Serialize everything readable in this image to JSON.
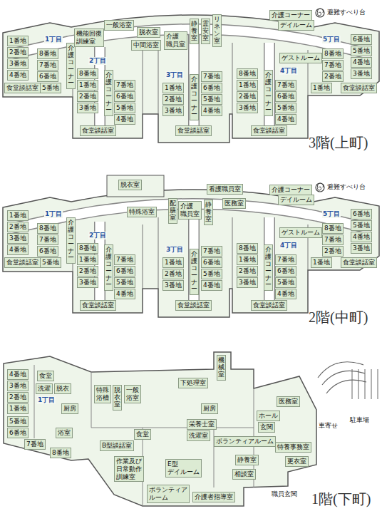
{
  "diagram": {
    "nodes": [
      {
        "text": [
          "1番地"
        ]
      },
      {
        "text": [
          "2番地"
        ]
      },
      {
        "text": [
          "3番地"
        ]
      },
      {
        "text": [
          "4番地"
        ]
      },
      {
        "text": [
          "5番地"
        ]
      },
      {
        "text": [
          "6番地"
        ]
      },
      {
        "text": [
          "7番地"
        ]
      },
      {
        "text": [
          "8番地"
        ]
      },
      {
        "text": [
          "1番地"
        ]
      },
      {
        "text": [
          "2番地"
        ]
      },
      {
        "text": [
          "3番地"
        ]
      },
      {
        "text": [
          "4番地"
        ]
      },
      {
        "text": [
          "5番地"
        ]
      },
      {
        "text": [
          "6番地"
        ]
      },
      {
        "text": [
          "7番地"
        ]
      },
      {
        "text": [
          "8番地"
        ]
      },
      {
        "text": [
          "1番地"
        ]
      },
      {
        "text": [
          "2番地"
        ]
      },
      {
        "text": [
          "3番地"
        ]
      },
      {
        "text": [
          "4番地"
        ]
      },
      {
        "text": [
          "5番地"
        ]
      },
      {
        "text": [
          "6番地"
        ]
      },
      {
        "text": [
          "7番地"
        ]
      },
      {
        "text": [
          "1番地"
        ]
      },
      {
        "text": [
          "2番地"
        ]
      },
      {
        "text": [
          "3番地"
        ]
      },
      {
        "text": [
          "4番地"
        ]
      },
      {
        "text": [
          "5番地"
        ]
      },
      {
        "text": [
          "6番地"
        ]
      },
      {
        "text": [
          "7番地"
        ]
      },
      {
        "text": [
          "8番地"
        ]
      },
      {
        "text": [
          "1番地"
        ]
      },
      {
        "text": [
          "2番地"
        ]
      },
      {
        "text": [
          "3番地"
        ]
      },
      {
        "text": [
          "4番地"
        ]
      },
      {
        "text": [
          "5番地"
        ]
      },
      {
        "text": [
          "6番地"
        ]
      },
      {
        "text": [
          "7番地"
        ]
      },
      {
        "text": [
          "8番地"
        ]
      },
      {
        "text": [
          "介護コーナー"
        ]
      },
      {
        "text": [
          "介護コーナー"
        ]
      },
      {
        "text": [
          "介護コーナー"
        ]
      },
      {
        "text": [
          "介護コーナー"
        ]
      },
      {
        "text": [
          "食堂談話室"
        ]
      },
      {
        "text": [
          "食堂談話室"
        ]
      },
      {
        "text": [
          "食堂談話室"
        ]
      },
      {
        "text": [
          "食堂談話室"
        ]
      },
      {
        "text": [
          "食堂談話室"
        ]
      },
      {
        "text": [
          "機能回復 訓練室"
        ]
      },
      {
        "text": [
          "一般浴室"
        ]
      },
      {
        "text": [
          "脱衣室"
        ]
      },
      {
        "text": [
          "中間浴室"
        ]
      },
      {
        "text": [
          "介護 職員室"
        ]
      },
      {
        "text": [
          "静養室"
        ]
      },
      {
        "text": [
          "霊安室"
        ]
      },
      {
        "text": [
          "リネン室"
        ]
      },
      {
        "text": [
          "介護コーナー"
        ]
      },
      {
        "text": [
          "デイルーム"
        ]
      },
      {
        "text": [
          "ゲストルーム"
        ]
      },
      {
        "text": [
          "1番地"
        ]
      },
      {
        "text": [
          "2番地"
        ]
      },
      {
        "text": [
          "3番地"
        ]
      },
      {
        "text": [
          "4番地"
        ]
      },
      {
        "text": [
          "5番地"
        ]
      },
      {
        "text": [
          "6番地"
        ]
      },
      {
        "text": [
          "7番地"
        ]
      },
      {
        "text": [
          "8番地"
        ]
      },
      {
        "text": [
          "1番地"
        ]
      },
      {
        "text": [
          "2番地"
        ]
      },
      {
        "text": [
          "3番地"
        ]
      },
      {
        "text": [
          "4番地"
        ]
      },
      {
        "text": [
          "5番地"
        ]
      },
      {
        "text": [
          "6番地"
        ]
      },
      {
        "text": [
          "7番地"
        ]
      },
      {
        "text": [
          "8番地"
        ]
      },
      {
        "text": [
          "1番地"
        ]
      },
      {
        "text": [
          "2番地"
        ]
      },
      {
        "text": [
          "3番地"
        ]
      },
      {
        "text": [
          "4番地"
        ]
      },
      {
        "text": [
          "5番地"
        ]
      },
      {
        "text": [
          "6番地"
        ]
      },
      {
        "text": [
          "7番地"
        ]
      },
      {
        "text": [
          "1番地"
        ]
      },
      {
        "text": [
          "2番地"
        ]
      },
      {
        "text": [
          "3番地"
        ]
      },
      {
        "text": [
          "4番地"
        ]
      },
      {
        "text": [
          "5番地"
        ]
      },
      {
        "text": [
          "6番地"
        ]
      },
      {
        "text": [
          "7番地"
        ]
      },
      {
        "text": [
          "8番地"
        ]
      },
      {
        "text": [
          "1番地"
        ]
      },
      {
        "text": [
          "2番地"
        ]
      },
      {
        "text": [
          "3番地"
        ]
      },
      {
        "text": [
          "4番地"
        ]
      },
      {
        "text": [
          "5番地"
        ]
      },
      {
        "text": [
          "6番地"
        ]
      },
      {
        "text": [
          "7番地"
        ]
      },
      {
        "text": [
          "8番地"
        ]
      },
      {
        "text": [
          "介護コーナー"
        ]
      },
      {
        "text": [
          "介護コーナー"
        ]
      },
      {
        "text": [
          "介護コーナー"
        ]
      },
      {
        "text": [
          "介護コーナー"
        ]
      },
      {
        "text": [
          "食堂談話室"
        ]
      },
      {
        "text": [
          "食堂談話室"
        ]
      },
      {
        "text": [
          "食堂談話室"
        ]
      },
      {
        "text": [
          "食堂談話室"
        ]
      },
      {
        "text": [
          "食堂談話室"
        ]
      },
      {
        "text": [
          "脱衣室"
        ]
      },
      {
        "text": [
          "特殊浴室"
        ]
      },
      {
        "text": [
          "配膳室"
        ]
      },
      {
        "text": [
          "介護 職員室"
        ]
      },
      {
        "text": [
          "静養室"
        ]
      },
      {
        "text": [
          "看護職員室"
        ]
      },
      {
        "text": [
          "医務室"
        ]
      },
      {
        "text": [
          "介護コーナー"
        ]
      },
      {
        "text": [
          "デイルーム"
        ]
      },
      {
        "text": [
          "ゲストルーム"
        ]
      },
      {
        "text": [
          "1番地"
        ]
      },
      {
        "text": [
          "2番地"
        ]
      },
      {
        "text": [
          "3番地"
        ]
      },
      {
        "text": [
          "4番地"
        ]
      },
      {
        "text": [
          "5番地"
        ]
      },
      {
        "text": [
          "6番地"
        ]
      },
      {
        "text": [
          "7番地"
        ]
      },
      {
        "text": [
          "8番地"
        ]
      },
      {
        "text": [
          "食堂"
        ]
      },
      {
        "text": [
          "洗濯"
        ]
      },
      {
        "text": [
          "脱衣"
        ]
      },
      {
        "text": [
          "厨房"
        ]
      },
      {
        "text": [
          "浴室"
        ]
      },
      {
        "text": [
          "特殊 浴槽"
        ]
      },
      {
        "text": [
          "脱衣室"
        ]
      },
      {
        "text": [
          "一般 浴室"
        ]
      },
      {
        "text": [
          "機械室"
        ]
      },
      {
        "text": [
          "下処理室"
        ]
      },
      {
        "text": [
          "厨房"
        ]
      },
      {
        "text": [
          "栄養士室"
        ]
      },
      {
        "text": [
          "洗濯室"
        ]
      },
      {
        "text": [
          "ボランティアルーム"
        ]
      },
      {
        "text": [
          "食堂"
        ]
      },
      {
        "text": [
          "B型談話室"
        ]
      },
      {
        "text": [
          "作業及び 日常動作 訓練室"
        ]
      },
      {
        "text": [
          "E型 デイルーム"
        ]
      },
      {
        "text": [
          "静養室"
        ]
      },
      {
        "text": [
          "相談室"
        ]
      },
      {
        "text": [
          "ボランティア ルーム"
        ]
      },
      {
        "text": [
          "介護者指導室"
        ]
      },
      {
        "text": [
          "ホール"
        ]
      },
      {
        "text": [
          "玄関"
        ]
      },
      {
        "text": [
          "医務室"
        ]
      },
      {
        "text": [
          "特養事務室"
        ]
      },
      {
        "text": [
          "更衣室"
        ]
      }
    ],
    "labels": [
      "1丁目",
      "2丁目",
      "3丁目",
      "4丁目",
      "5丁目",
      "避難すべり台",
      "3階(上町)",
      "1丁目",
      "2丁目",
      "3丁目",
      "4丁目",
      "5丁目",
      "避難すべり台",
      "2階(中町)",
      "1丁目",
      "車寄せ",
      "駐車場",
      "職員玄関",
      "1階(下町)"
    ]
  }
}
